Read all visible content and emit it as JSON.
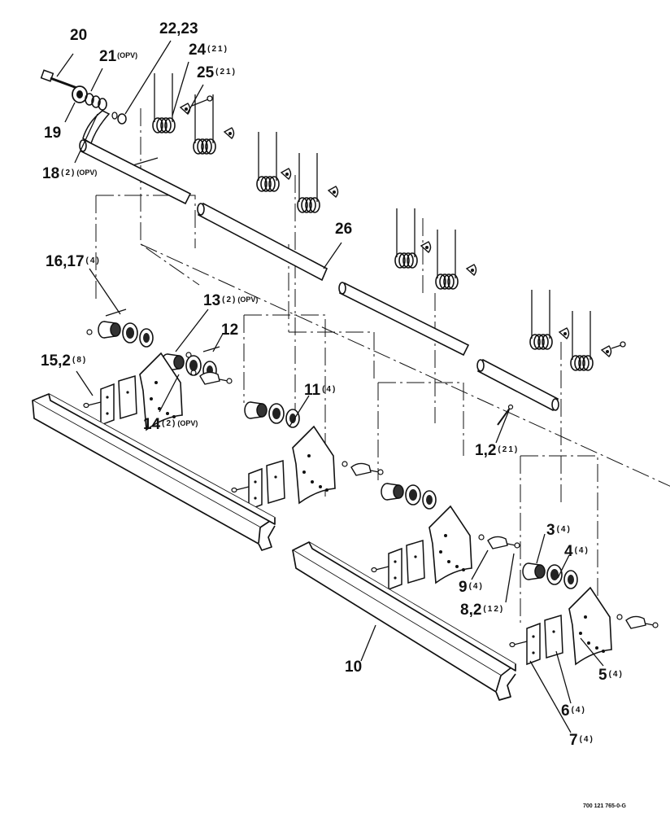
{
  "callouts": {
    "c20": {
      "num": "20"
    },
    "c2223": {
      "num": "22,23"
    },
    "c21": {
      "num": "21",
      "opv": "(OPV)"
    },
    "c24": {
      "num": "24",
      "qty": "(21)"
    },
    "c25": {
      "num": "25",
      "qty": "(21)"
    },
    "c19": {
      "num": "19"
    },
    "c18": {
      "num": "18",
      "qty": "(2)",
      "opv": "(OPV)"
    },
    "c26": {
      "num": "26"
    },
    "c1617": {
      "num": "16,17",
      "qty": "(4)"
    },
    "c13": {
      "num": "13",
      "qty": "(2)",
      "opv": "(OPV)"
    },
    "c12": {
      "num": "12"
    },
    "c152": {
      "num": "15,2",
      "qty": "(8)"
    },
    "c11": {
      "num": "11",
      "qty": "(4)"
    },
    "c14": {
      "num": "14",
      "qty": "(2)",
      "opv": "(OPV)"
    },
    "c12b": {
      "num": "1,2",
      "qty": "(21)"
    },
    "c3": {
      "num": "3",
      "qty": "(4)"
    },
    "c4": {
      "num": "4",
      "qty": "(4)"
    },
    "c9": {
      "num": "9",
      "qty": "(4)"
    },
    "c82": {
      "num": "8,2",
      "qty": "(12)"
    },
    "c10": {
      "num": "10"
    },
    "c5": {
      "num": "5",
      "qty": "(4)"
    },
    "c6": {
      "num": "6",
      "qty": "(4)"
    },
    "c7": {
      "num": "7",
      "qty": "(4)"
    }
  },
  "drawing_number": "700 121 765-0-G",
  "colors": {
    "ink": "#111111",
    "paper": "#ffffff"
  }
}
